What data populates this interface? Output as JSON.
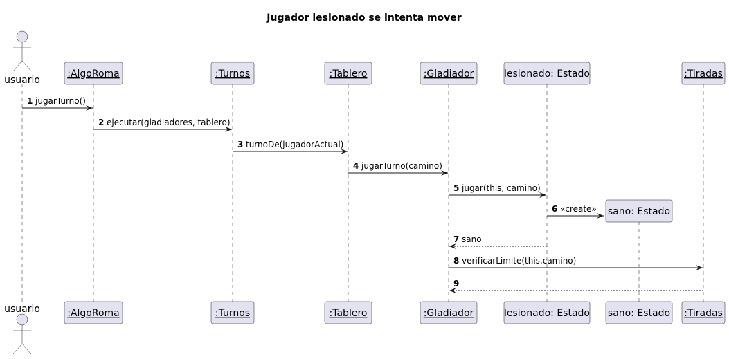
{
  "diagram": {
    "type": "sequence",
    "title": "Jugador lesionado se intenta mover",
    "colors": {
      "participant_fill": "#E2E2F0",
      "line": "#181818",
      "background": "#FFFFFF"
    },
    "participants": [
      {
        "id": "usuario",
        "label": "usuario",
        "kind": "actor",
        "underline": false
      },
      {
        "id": "algoroma",
        "label": ":AlgoRoma",
        "kind": "participant",
        "underline": true
      },
      {
        "id": "turnos",
        "label": ":Turnos",
        "kind": "participant",
        "underline": true
      },
      {
        "id": "tablero",
        "label": ":Tablero",
        "kind": "participant",
        "underline": true
      },
      {
        "id": "gladiador",
        "label": ":Gladiador",
        "kind": "participant",
        "underline": true
      },
      {
        "id": "lesionado",
        "label": "lesionado: Estado",
        "kind": "participant",
        "underline": false
      },
      {
        "id": "sano",
        "label": "sano: Estado",
        "kind": "participant",
        "underline": false,
        "created": true
      },
      {
        "id": "tiradas",
        "label": ":Tiradas",
        "kind": "participant",
        "underline": true
      }
    ],
    "messages": [
      {
        "num": "1",
        "text": "jugarTurno()",
        "from": "usuario",
        "to": "algoroma",
        "style": "sync"
      },
      {
        "num": "2",
        "text": "ejecutar(gladiadores, tablero)",
        "from": "algoroma",
        "to": "turnos",
        "style": "sync"
      },
      {
        "num": "3",
        "text": "turnoDe(jugadorActual)",
        "from": "turnos",
        "to": "tablero",
        "style": "sync"
      },
      {
        "num": "4",
        "text": "jugarTurno(camino)",
        "from": "tablero",
        "to": "gladiador",
        "style": "sync"
      },
      {
        "num": "5",
        "text": "jugar(this, camino)",
        "from": "gladiador",
        "to": "lesionado",
        "style": "sync"
      },
      {
        "num": "6",
        "text": "«create»",
        "from": "lesionado",
        "to": "sano",
        "style": "create"
      },
      {
        "num": "7",
        "text": "sano",
        "from": "lesionado",
        "to": "gladiador",
        "style": "return"
      },
      {
        "num": "8",
        "text": "verificarLimite(this,camino)",
        "from": "gladiador",
        "to": "tiradas",
        "style": "sync"
      },
      {
        "num": "9",
        "text": "",
        "from": "tiradas",
        "to": "gladiador",
        "style": "return"
      }
    ]
  }
}
